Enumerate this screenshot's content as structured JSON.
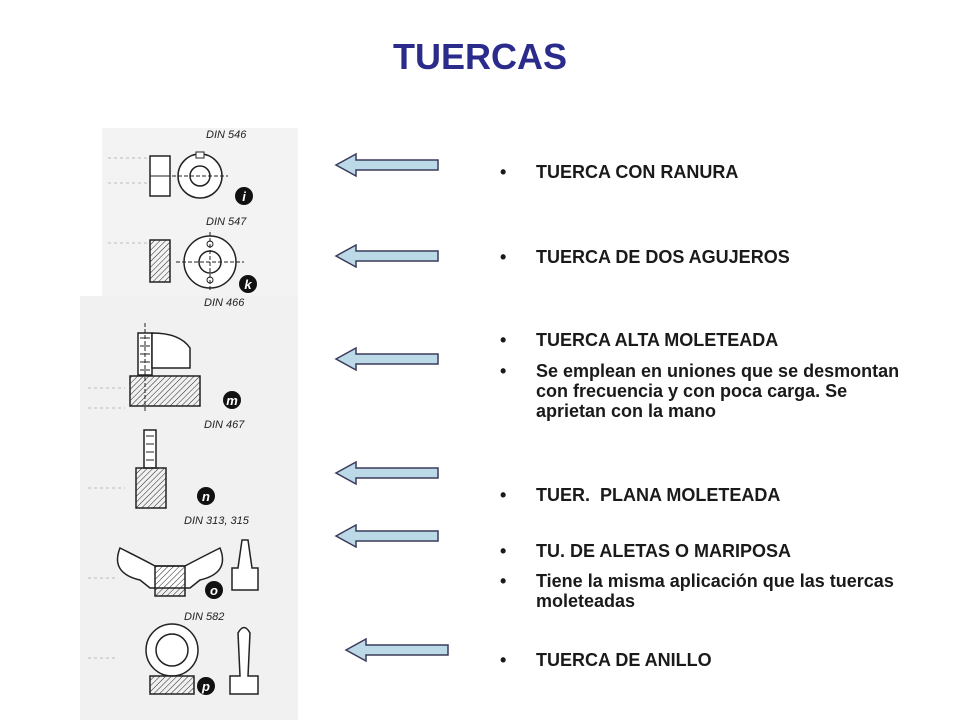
{
  "title": "TUERCAS",
  "drawing": {
    "labels": [
      "DIN 546",
      "DIN 547",
      "DIN 466",
      "DIN 467",
      "DIN 313, 315",
      "DIN 582"
    ],
    "badges": [
      "i",
      "k",
      "m",
      "n",
      "o",
      "p"
    ]
  },
  "bullets": [
    {
      "marker": "•",
      "text": "TUERCA CON RANURA"
    },
    {
      "marker": "•",
      "text": "TUERCA DE DOS AGUJEROS"
    },
    {
      "marker": "•",
      "text": "TUERCA ALTA MOLETEADA"
    },
    {
      "marker": "•",
      "text": "Se emplean en uniones que se desmontan con frecuencia y con poca carga. Se aprietan con la mano"
    },
    {
      "marker": "•",
      "text": "TUER.  PLANA MOLETEADA"
    },
    {
      "marker": "•",
      "text": "TU. DE ALETAS O MARIPOSA"
    },
    {
      "marker": "•",
      "text": "Tiene la misma aplicación que las tuercas moleteadas"
    },
    {
      "marker": "•",
      "text": "TUERCA DE ANILLO"
    }
  ],
  "colors": {
    "title": "#2b2b8c",
    "arrow_fill": "#bcd9e8",
    "arrow_stroke": "#3a3a5a"
  }
}
